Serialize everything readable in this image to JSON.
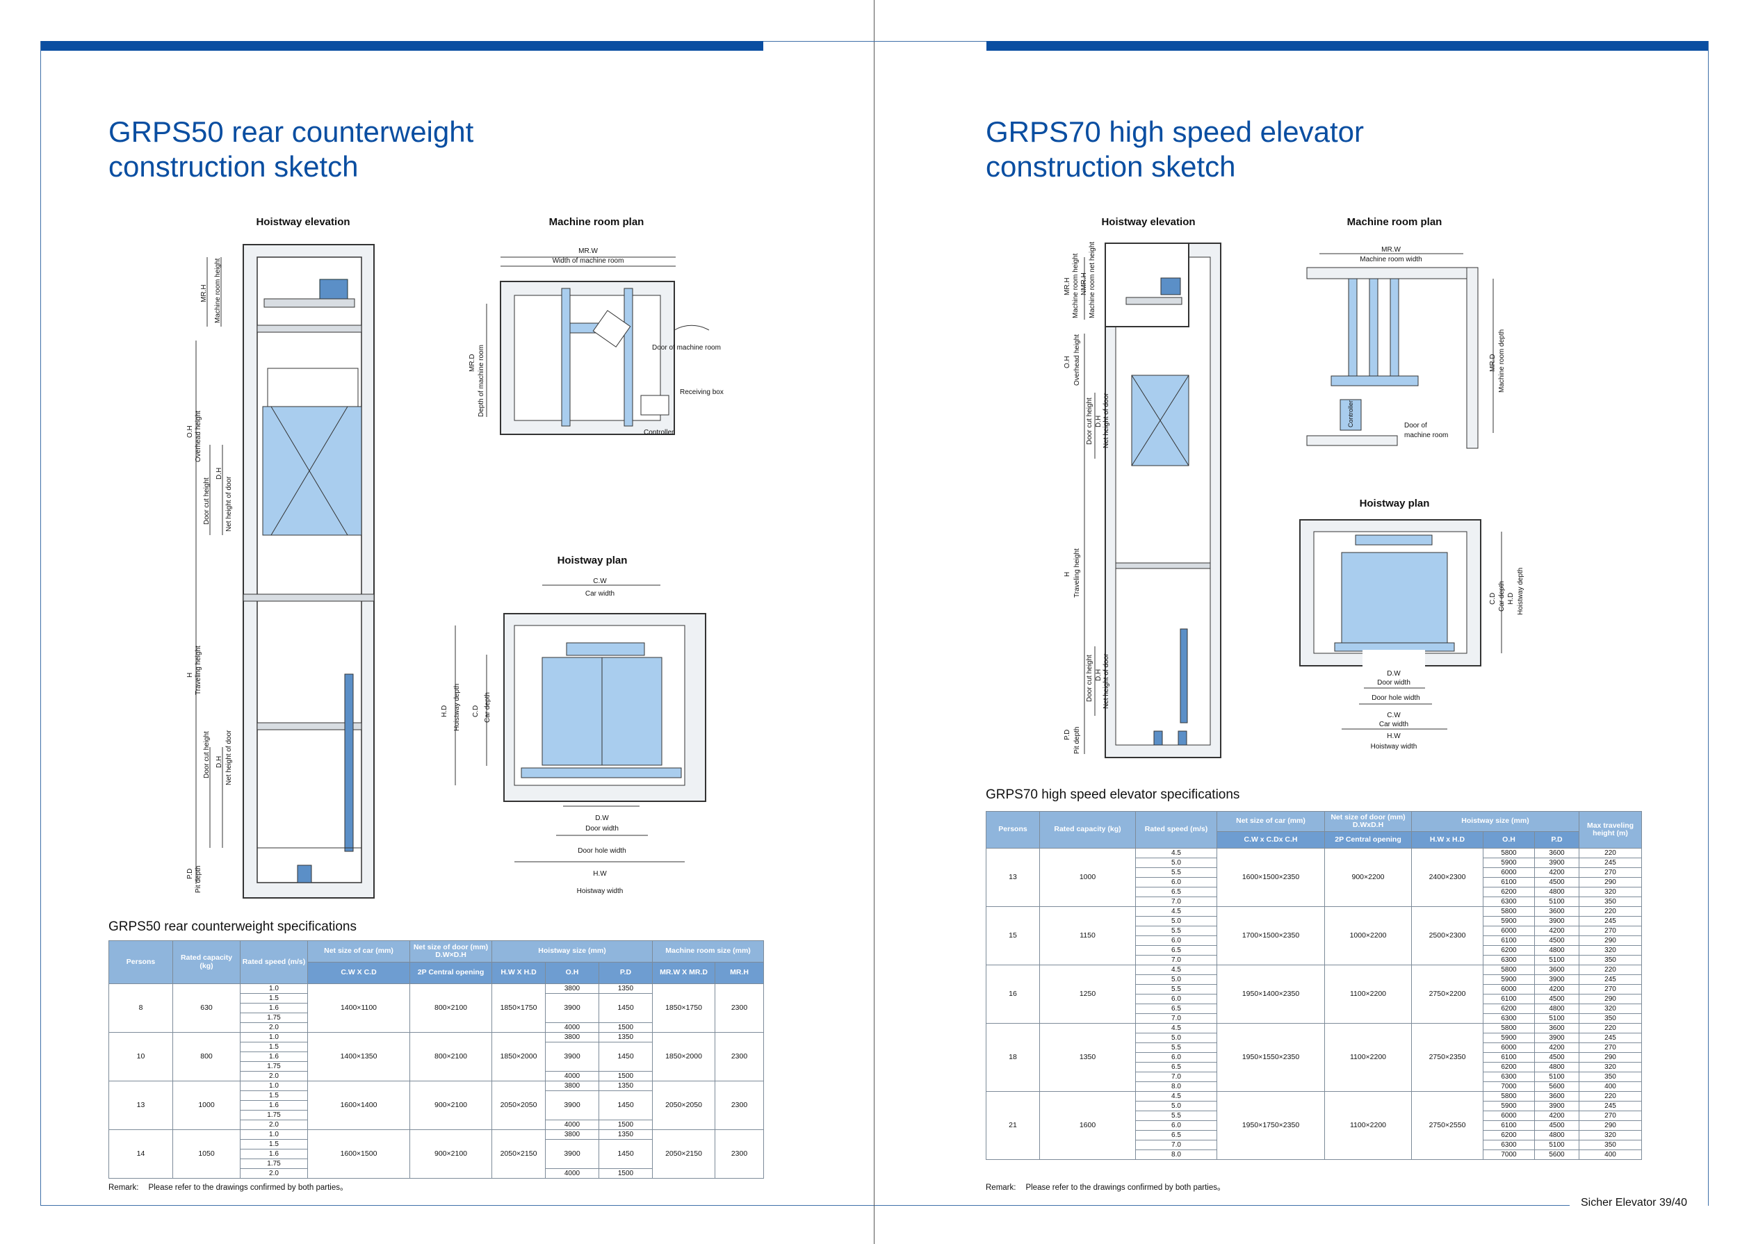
{
  "left": {
    "title_line1": "GRPS50 rear counterweight",
    "title_line2": "construction sketch",
    "labels": {
      "hoistway_elevation": "Hoistway elevation",
      "machine_room_plan": "Machine room plan",
      "hoistway_plan": "Hoistway plan"
    },
    "elevation_dims": {
      "mrh": "MR.H",
      "mrh_desc": "Machine room height",
      "oh": "O.H",
      "oh_desc": "Overhead height",
      "door_cut": "Door cut height",
      "dh": "D.H",
      "dh_desc": "Net height of door",
      "h": "H",
      "h_desc": "Traveling height",
      "pd": "P.D",
      "pd_desc": "Pit depth"
    },
    "mr_dims": {
      "mrw": "MR.W",
      "mrw_desc": "Width of machine room",
      "mrd": "MR.D",
      "mrd_desc": "Depth of machine room",
      "door": "Door of machine room",
      "receiving": "Receiving box",
      "controller": "Controller"
    },
    "hp_dims": {
      "cw": "C.W",
      "cw_desc": "Car width",
      "hd": "H.D",
      "hd_desc": "Hoistway depth",
      "cd": "C.D",
      "cd_desc": "Car depth",
      "dw": "D.W",
      "dw_desc": "Door width",
      "dhw": "Door hole width",
      "hw": "H.W",
      "hw_desc": "Hoistway width"
    },
    "spec_title": "GRPS50 rear counterweight specifications",
    "table": {
      "headers": [
        "Persons",
        "Rated capacity (kg)",
        "Rated speed (m/s)",
        "Net size of car (mm)",
        "Net size of door (mm) D.W×D.H",
        "Hoistway size (mm)",
        "Machine room size (mm)"
      ],
      "subheaders": [
        "C.W X C.D",
        "2P Central opening",
        "H.W X H.D",
        "O.H",
        "P.D",
        "MR.W X MR.D",
        "MR.H"
      ],
      "groups": [
        {
          "persons": "8",
          "capacity": "630",
          "speeds": [
            "1.0",
            "1.5",
            "1.6",
            "1.75",
            "2.0"
          ],
          "car": "1400×1100",
          "door": "800×2100",
          "hoistway": "1850×1750",
          "oh": [
            "3800",
            "3900",
            "4000"
          ],
          "pd": [
            "1350",
            "1450",
            "1500"
          ],
          "mr": "1850×1750",
          "mrh": "2300"
        },
        {
          "persons": "10",
          "capacity": "800",
          "speeds": [
            "1.0",
            "1.5",
            "1.6",
            "1.75",
            "2.0"
          ],
          "car": "1400×1350",
          "door": "800×2100",
          "hoistway": "1850×2000",
          "oh": [
            "3800",
            "3900",
            "4000"
          ],
          "pd": [
            "1350",
            "1450",
            "1500"
          ],
          "mr": "1850×2000",
          "mrh": "2300"
        },
        {
          "persons": "13",
          "capacity": "1000",
          "speeds": [
            "1.0",
            "1.5",
            "1.6",
            "1.75",
            "2.0"
          ],
          "car": "1600×1400",
          "door": "900×2100",
          "hoistway": "2050×2050",
          "oh": [
            "3800",
            "3900",
            "4000"
          ],
          "pd": [
            "1350",
            "1450",
            "1500"
          ],
          "mr": "2050×2050",
          "mrh": "2300"
        },
        {
          "persons": "14",
          "capacity": "1050",
          "speeds": [
            "1.0",
            "1.5",
            "1.6",
            "1.75",
            "2.0"
          ],
          "car": "1600×1500",
          "door": "900×2100",
          "hoistway": "2050×2150",
          "oh": [
            "3800",
            "3900",
            "4000"
          ],
          "pd": [
            "1350",
            "1450",
            "1500"
          ],
          "mr": "2050×2150",
          "mrh": "2300"
        }
      ]
    },
    "remark_label": "Remark:",
    "remark_text": "Please refer to the drawings confirmed by both parties。"
  },
  "right": {
    "title_line1": "GRPS70 high speed elevator",
    "title_line2": "construction sketch",
    "labels": {
      "hoistway_elevation": "Hoistway elevation",
      "machine_room_plan": "Machine room plan",
      "hoistway_plan": "Hoistway plan"
    },
    "elevation_dims": {
      "mrh": "MR.H",
      "mrh_desc": "Machine room height",
      "nmrh": "NMR.H",
      "nmrh_desc": "Machine room net height",
      "oh": "O.H",
      "oh_desc": "Overhead height",
      "door_cut": "Door cut height",
      "dh": "D.H",
      "dh_desc": "Net height of door",
      "h": "H",
      "h_desc": "Traveling height",
      "pd": "P.D",
      "pd_desc": "Pit depth"
    },
    "mr_dims": {
      "mrw": "MR.W",
      "mrw_desc": "Machine room width",
      "mrd": "MR.D",
      "mrd_desc": "Machine room depth",
      "controller": "Controller",
      "door1": "Door of",
      "door2": "machine room"
    },
    "hp_dims": {
      "cd": "C.D",
      "cd_desc": "Car depth",
      "hd": "H.D",
      "hd_desc": "Hoistway depth",
      "dw": "D.W",
      "dw_desc": "Door width",
      "dhw": "Door hole width",
      "cw": "C.W",
      "cw_desc": "Car width",
      "hw": "H.W",
      "hw_desc": "Hoistway width"
    },
    "spec_title": "GRPS70 high speed elevator specifications",
    "table": {
      "headers": [
        "Persons",
        "Rated capacity (kg)",
        "Rated speed (m/s)",
        "Net size of car (mm)",
        "Net size of door (mm) D.WxD.H",
        "Hoistway size (mm)",
        "Max traveling height (m)"
      ],
      "subheaders": [
        "C.W x C.Dx C.H",
        "2P Central opening",
        "H.W x H.D",
        "O.H",
        "P.D"
      ],
      "groups": [
        {
          "persons": "13",
          "capacity": "1000",
          "car": "1600×1500×2350",
          "door": "900×2200",
          "hoistway": "2400×2300",
          "rows": [
            [
              "4.5",
              "5800",
              "3600",
              "220"
            ],
            [
              "5.0",
              "5900",
              "3900",
              "245"
            ],
            [
              "5.5",
              "6000",
              "4200",
              "270"
            ],
            [
              "6.0",
              "6100",
              "4500",
              "290"
            ],
            [
              "6.5",
              "6200",
              "4800",
              "320"
            ],
            [
              "7.0",
              "6300",
              "5100",
              "350"
            ]
          ]
        },
        {
          "persons": "15",
          "capacity": "1150",
          "car": "1700×1500×2350",
          "door": "1000×2200",
          "hoistway": "2500×2300",
          "rows": [
            [
              "4.5",
              "5800",
              "3600",
              "220"
            ],
            [
              "5.0",
              "5900",
              "3900",
              "245"
            ],
            [
              "5.5",
              "6000",
              "4200",
              "270"
            ],
            [
              "6.0",
              "6100",
              "4500",
              "290"
            ],
            [
              "6.5",
              "6200",
              "4800",
              "320"
            ],
            [
              "7.0",
              "6300",
              "5100",
              "350"
            ]
          ]
        },
        {
          "persons": "16",
          "capacity": "1250",
          "car": "1950×1400×2350",
          "door": "1100×2200",
          "hoistway": "2750×2200",
          "rows": [
            [
              "4.5",
              "5800",
              "3600",
              "220"
            ],
            [
              "5.0",
              "5900",
              "3900",
              "245"
            ],
            [
              "5.5",
              "6000",
              "4200",
              "270"
            ],
            [
              "6.0",
              "6100",
              "4500",
              "290"
            ],
            [
              "6.5",
              "6200",
              "4800",
              "320"
            ],
            [
              "7.0",
              "6300",
              "5100",
              "350"
            ]
          ]
        },
        {
          "persons": "18",
          "capacity": "1350",
          "car": "1950×1550×2350",
          "door": "1100×2200",
          "hoistway": "2750×2350",
          "rows": [
            [
              "4.5",
              "5800",
              "3600",
              "220"
            ],
            [
              "5.0",
              "5900",
              "3900",
              "245"
            ],
            [
              "5.5",
              "6000",
              "4200",
              "270"
            ],
            [
              "6.0",
              "6100",
              "4500",
              "290"
            ],
            [
              "6.5",
              "6200",
              "4800",
              "320"
            ],
            [
              "7.0",
              "6300",
              "5100",
              "350"
            ],
            [
              "8.0",
              "7000",
              "5600",
              "400"
            ]
          ]
        },
        {
          "persons": "21",
          "capacity": "1600",
          "car": "1950×1750×2350",
          "door": "1100×2200",
          "hoistway": "2750×2550",
          "rows": [
            [
              "4.5",
              "5800",
              "3600",
              "220"
            ],
            [
              "5.0",
              "5900",
              "3900",
              "245"
            ],
            [
              "5.5",
              "6000",
              "4200",
              "270"
            ],
            [
              "6.0",
              "6100",
              "4500",
              "290"
            ],
            [
              "6.5",
              "6200",
              "4800",
              "320"
            ],
            [
              "7.0",
              "6300",
              "5100",
              "350"
            ],
            [
              "8.0",
              "7000",
              "5600",
              "400"
            ]
          ]
        }
      ]
    },
    "remark_label": "Remark:",
    "remark_text": "Please refer to the drawings confirmed by both parties。",
    "footer": "Sicher Elevator  39/40"
  },
  "colors": {
    "brand_blue": "#0a4ea1",
    "car_blue": "#a9cdee",
    "header_blue": "#8fb5dc"
  }
}
